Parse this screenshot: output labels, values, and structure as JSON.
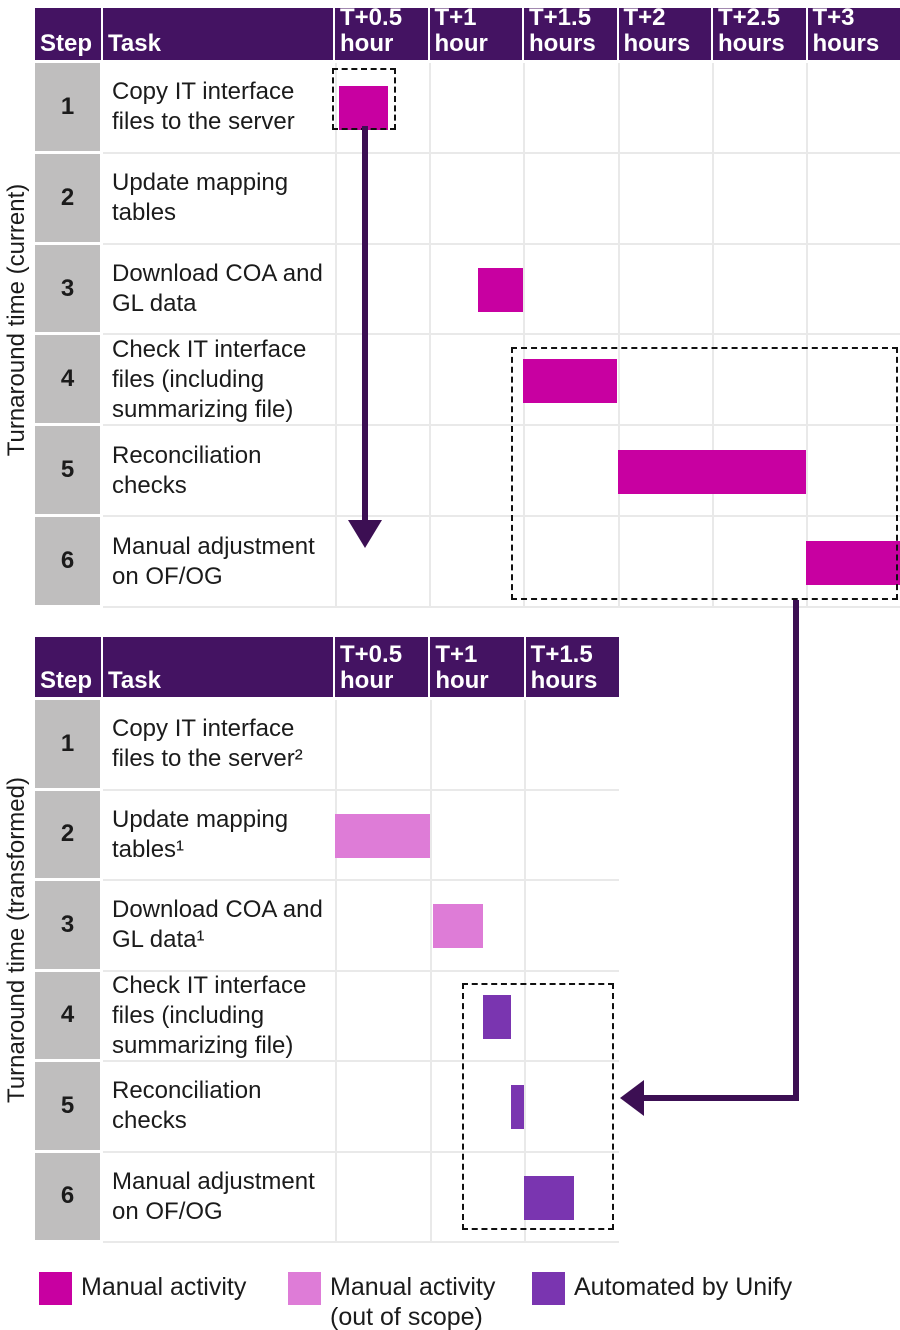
{
  "palette": {
    "header_bg": "#441362",
    "step_bg": "#bfbebe",
    "grid_line": "#e9e9e9",
    "manual": "#c800a1",
    "manual_out_of_scope": "#de7cd7",
    "automated": "#7a35b0",
    "arrow": "#3c0f53",
    "text": "#1b1b1b"
  },
  "current": {
    "axis_label": "Turnaround time (current)",
    "headers": {
      "step": "Step",
      "task": "Task",
      "times": [
        "T+0.5 hour",
        "T+1 hour",
        "T+1.5 hours",
        "T+2 hours",
        "T+2.5 hours",
        "T+3 hours"
      ]
    },
    "rows": [
      {
        "step": "1",
        "task": "Copy IT interface files to the server"
      },
      {
        "step": "2",
        "task": "Update mapping tables"
      },
      {
        "step": "3",
        "task": "Download COA and GL data"
      },
      {
        "step": "4",
        "task": "Check IT interface files (including summarizing file)"
      },
      {
        "step": "5",
        "task": "Reconciliation checks"
      },
      {
        "step": "6",
        "task": "Manual adjustment on OF/OG"
      }
    ]
  },
  "transformed": {
    "axis_label": "Turnaround time (transformed)",
    "headers": {
      "step": "Step",
      "task": "Task",
      "times": [
        "T+0.5 hour",
        "T+1 hour",
        "T+1.5 hours"
      ]
    },
    "rows": [
      {
        "step": "1",
        "task": "Copy IT interface files to the server²"
      },
      {
        "step": "2",
        "task": "Update mapping tables¹"
      },
      {
        "step": "3",
        "task": "Download COA and GL data¹"
      },
      {
        "step": "4",
        "task": "Check IT interface files (including summarizing file)"
      },
      {
        "step": "5",
        "task": "Reconciliation checks"
      },
      {
        "step": "6",
        "task": "Manual adjustment on OF/OG"
      }
    ]
  },
  "chart_data": [
    {
      "type": "gantt",
      "title": "Turnaround time (current)",
      "time_columns": [
        "T+0.5 hour",
        "T+1 hour",
        "T+1.5 hours",
        "T+2 hours",
        "T+2.5 hours",
        "T+3 hours"
      ],
      "hours_per_column": 0.5,
      "total_hours": 3,
      "bars": [
        {
          "step": 1,
          "task": "Copy IT interface files to the server",
          "start_hour": 0.02,
          "end_hour": 0.28,
          "legend": "Manual activity",
          "color": "#c800a1"
        },
        {
          "step": 3,
          "task": "Download COA and GL data",
          "start_hour": 0.76,
          "end_hour": 1.0,
          "legend": "Manual activity",
          "color": "#c800a1"
        },
        {
          "step": 4,
          "task": "Check IT interface files (including summarizing file)",
          "start_hour": 1.0,
          "end_hour": 1.5,
          "legend": "Manual activity",
          "color": "#c800a1"
        },
        {
          "step": 5,
          "task": "Reconciliation checks",
          "start_hour": 1.5,
          "end_hour": 2.5,
          "legend": "Manual activity",
          "color": "#c800a1"
        },
        {
          "step": 6,
          "task": "Manual adjustment on OF/OG",
          "start_hour": 2.5,
          "end_hour": 3.0,
          "legend": "Manual activity",
          "color": "#c800a1"
        }
      ],
      "annotations": [
        "dashed box around step 1 bar",
        "dashed box around steps 4-6 bars",
        "dark purple arrow pointing down from step 1 bar to step 6 row"
      ]
    },
    {
      "type": "gantt",
      "title": "Turnaround time (transformed)",
      "time_columns": [
        "T+0.5 hour",
        "T+1 hour",
        "T+1.5 hours"
      ],
      "hours_per_column": 0.5,
      "total_hours": 1.5,
      "bars": [
        {
          "step": 2,
          "task": "Update mapping tables¹",
          "start_hour": 0.0,
          "end_hour": 0.5,
          "legend": "Manual activity (out of scope)",
          "color": "#de7cd7"
        },
        {
          "step": 3,
          "task": "Download COA and GL data¹",
          "start_hour": 0.52,
          "end_hour": 0.78,
          "legend": "Manual activity (out of scope)",
          "color": "#de7cd7"
        },
        {
          "step": 4,
          "task": "Check IT interface files (including summarizing file)",
          "start_hour": 0.78,
          "end_hour": 0.93,
          "legend": "Automated by Unify",
          "color": "#7a35b0"
        },
        {
          "step": 5,
          "task": "Reconciliation checks",
          "start_hour": 0.93,
          "end_hour": 1.0,
          "legend": "Automated by Unify",
          "color": "#7a35b0"
        },
        {
          "step": 6,
          "task": "Manual adjustment on OF/OG",
          "start_hour": 1.0,
          "end_hour": 1.26,
          "legend": "Automated by Unify",
          "color": "#7a35b0"
        }
      ],
      "annotations": [
        "dashed box around steps 4-6 bars",
        "dark purple elbow arrow from current-state dashed box pointing left into step 5 row"
      ]
    }
  ],
  "legend": [
    {
      "label": "Manual activity",
      "color": "#c800a1"
    },
    {
      "label": "Manual activity (out of scope)",
      "color": "#de7cd7"
    },
    {
      "label": "Automated by Unify",
      "color": "#7a35b0"
    }
  ]
}
